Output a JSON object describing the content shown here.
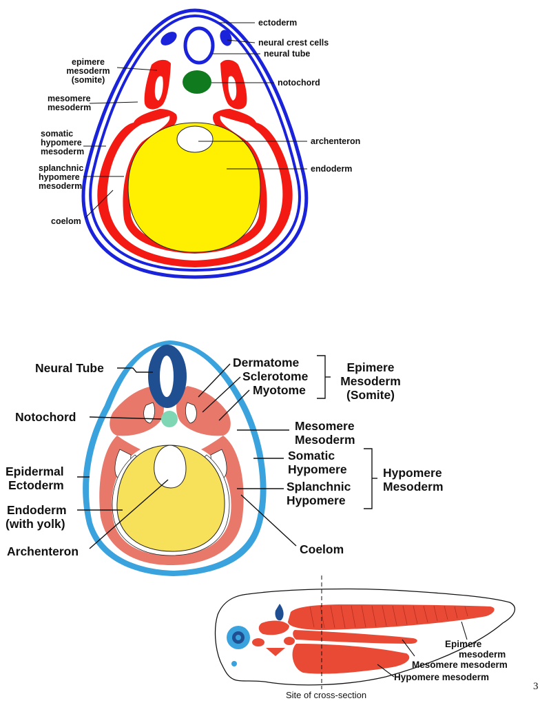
{
  "diagram1": {
    "labels": {
      "ectoderm": "ectoderm",
      "neural_crest": "neural crest cells",
      "neural_tube": "neural tube",
      "epimere": [
        "epimere",
        "mesoderm",
        "(somite)"
      ],
      "notochord": "notochord",
      "mesomere": [
        "mesomere",
        "mesoderm"
      ],
      "somatic": [
        "somatic",
        "hypomere",
        "mesoderm"
      ],
      "archenteron": "archenteron",
      "splanchnic": [
        "splanchnic",
        "hypomere",
        "mesoderm"
      ],
      "endoderm": "endoderm",
      "coelom": "coelom"
    }
  },
  "diagram2": {
    "labels": {
      "neural_tube": "Neural Tube",
      "dermatome": "Dermatome",
      "sclerotome": "Sclerotome",
      "myotome": "Myotome",
      "epimere_group": [
        "Epimere",
        "Mesoderm",
        "(Somite)"
      ],
      "notochord": "Notochord",
      "mesomere": [
        "Mesomere",
        "Mesoderm"
      ],
      "epidermal": [
        "Epidermal",
        "Ectoderm"
      ],
      "somatic": [
        "Somatic",
        "Hypomere"
      ],
      "hypomere_group": [
        "Hypomere",
        "Mesoderm"
      ],
      "splanchnic": [
        "Splanchnic",
        "Hypomere"
      ],
      "endoderm": [
        "Endoderm",
        "(with yolk)"
      ],
      "archenteron": "Archenteron",
      "coelom": "Coelom"
    }
  },
  "diagram3": {
    "labels": {
      "epimere": [
        "Epimere",
        "mesoderm"
      ],
      "mesomere": "Mesomere mesoderm",
      "hypomere": "Hypomere mesoderm",
      "site": "Site of cross-section"
    }
  },
  "page_number": "3",
  "colors": {
    "ectoderm_blue": "#1a23d9",
    "mesoderm_red": "#f21a12",
    "notochord_green": "#0f7a1e",
    "endoderm_yellow": "#ffef00",
    "light_blue": "#3aa2dc",
    "dark_blue": "#1f4f91",
    "salmon": "#e8786a",
    "mint": "#7fd6b5",
    "pale_yellow": "#f7e05a",
    "red_orange": "#e84a35"
  }
}
